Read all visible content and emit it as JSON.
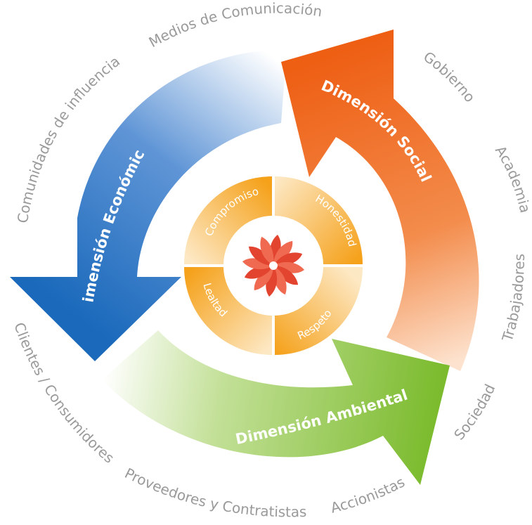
{
  "dimensions": {
    "economica": "Dimensión Económica",
    "social": "Dimensión Social",
    "ambiental": "Dimensión Ambiental"
  },
  "values": {
    "compromiso": "Compromiso",
    "honestidad": "Honestidad",
    "respeto": "Respeto",
    "lealtad": "Lealtad"
  },
  "stakeholders": {
    "medios": "Medios de Comunicación",
    "comunidades": "Comunidades de influencia",
    "clientes": "Clientes / Consumidores",
    "proveedores": "Proveedores y Contratistas",
    "accionistas": "Accionistas",
    "sociedad": "Sociedad",
    "trabajadores": "Trabajadores",
    "academia": "Academia",
    "gobierno": "Gobierno"
  },
  "colors": {
    "economica": "#1e6fbf",
    "social": "#ef6a1e",
    "ambiental": "#7dbb2e",
    "values_ring": "#f6a31c",
    "flower": "#e94a3a",
    "stakeholder_text": "#9a9a9a"
  },
  "icons": {
    "center": "flower-logo-icon"
  }
}
